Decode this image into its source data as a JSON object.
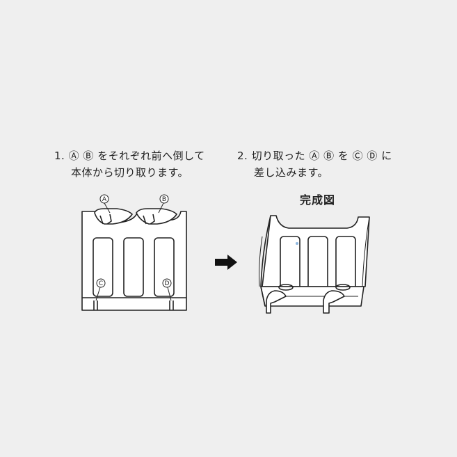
{
  "steps": [
    {
      "number": "1.",
      "line1": "Ⓐ Ⓑ をそれぞれ前へ倒して",
      "line2": "本体から切り取ります。"
    },
    {
      "number": "2.",
      "line1": "切り取った Ⓐ Ⓑ を Ⓒ Ⓓ に",
      "line2": "差し込みます。"
    }
  ],
  "diagram": {
    "labels": {
      "a": "A",
      "b": "B",
      "c": "C",
      "d": "D"
    },
    "complete_title": "完成図"
  },
  "colors": {
    "line": "#222222",
    "background": "#efefef",
    "fill": "#ffffff",
    "accent": "#8fb8e0"
  }
}
